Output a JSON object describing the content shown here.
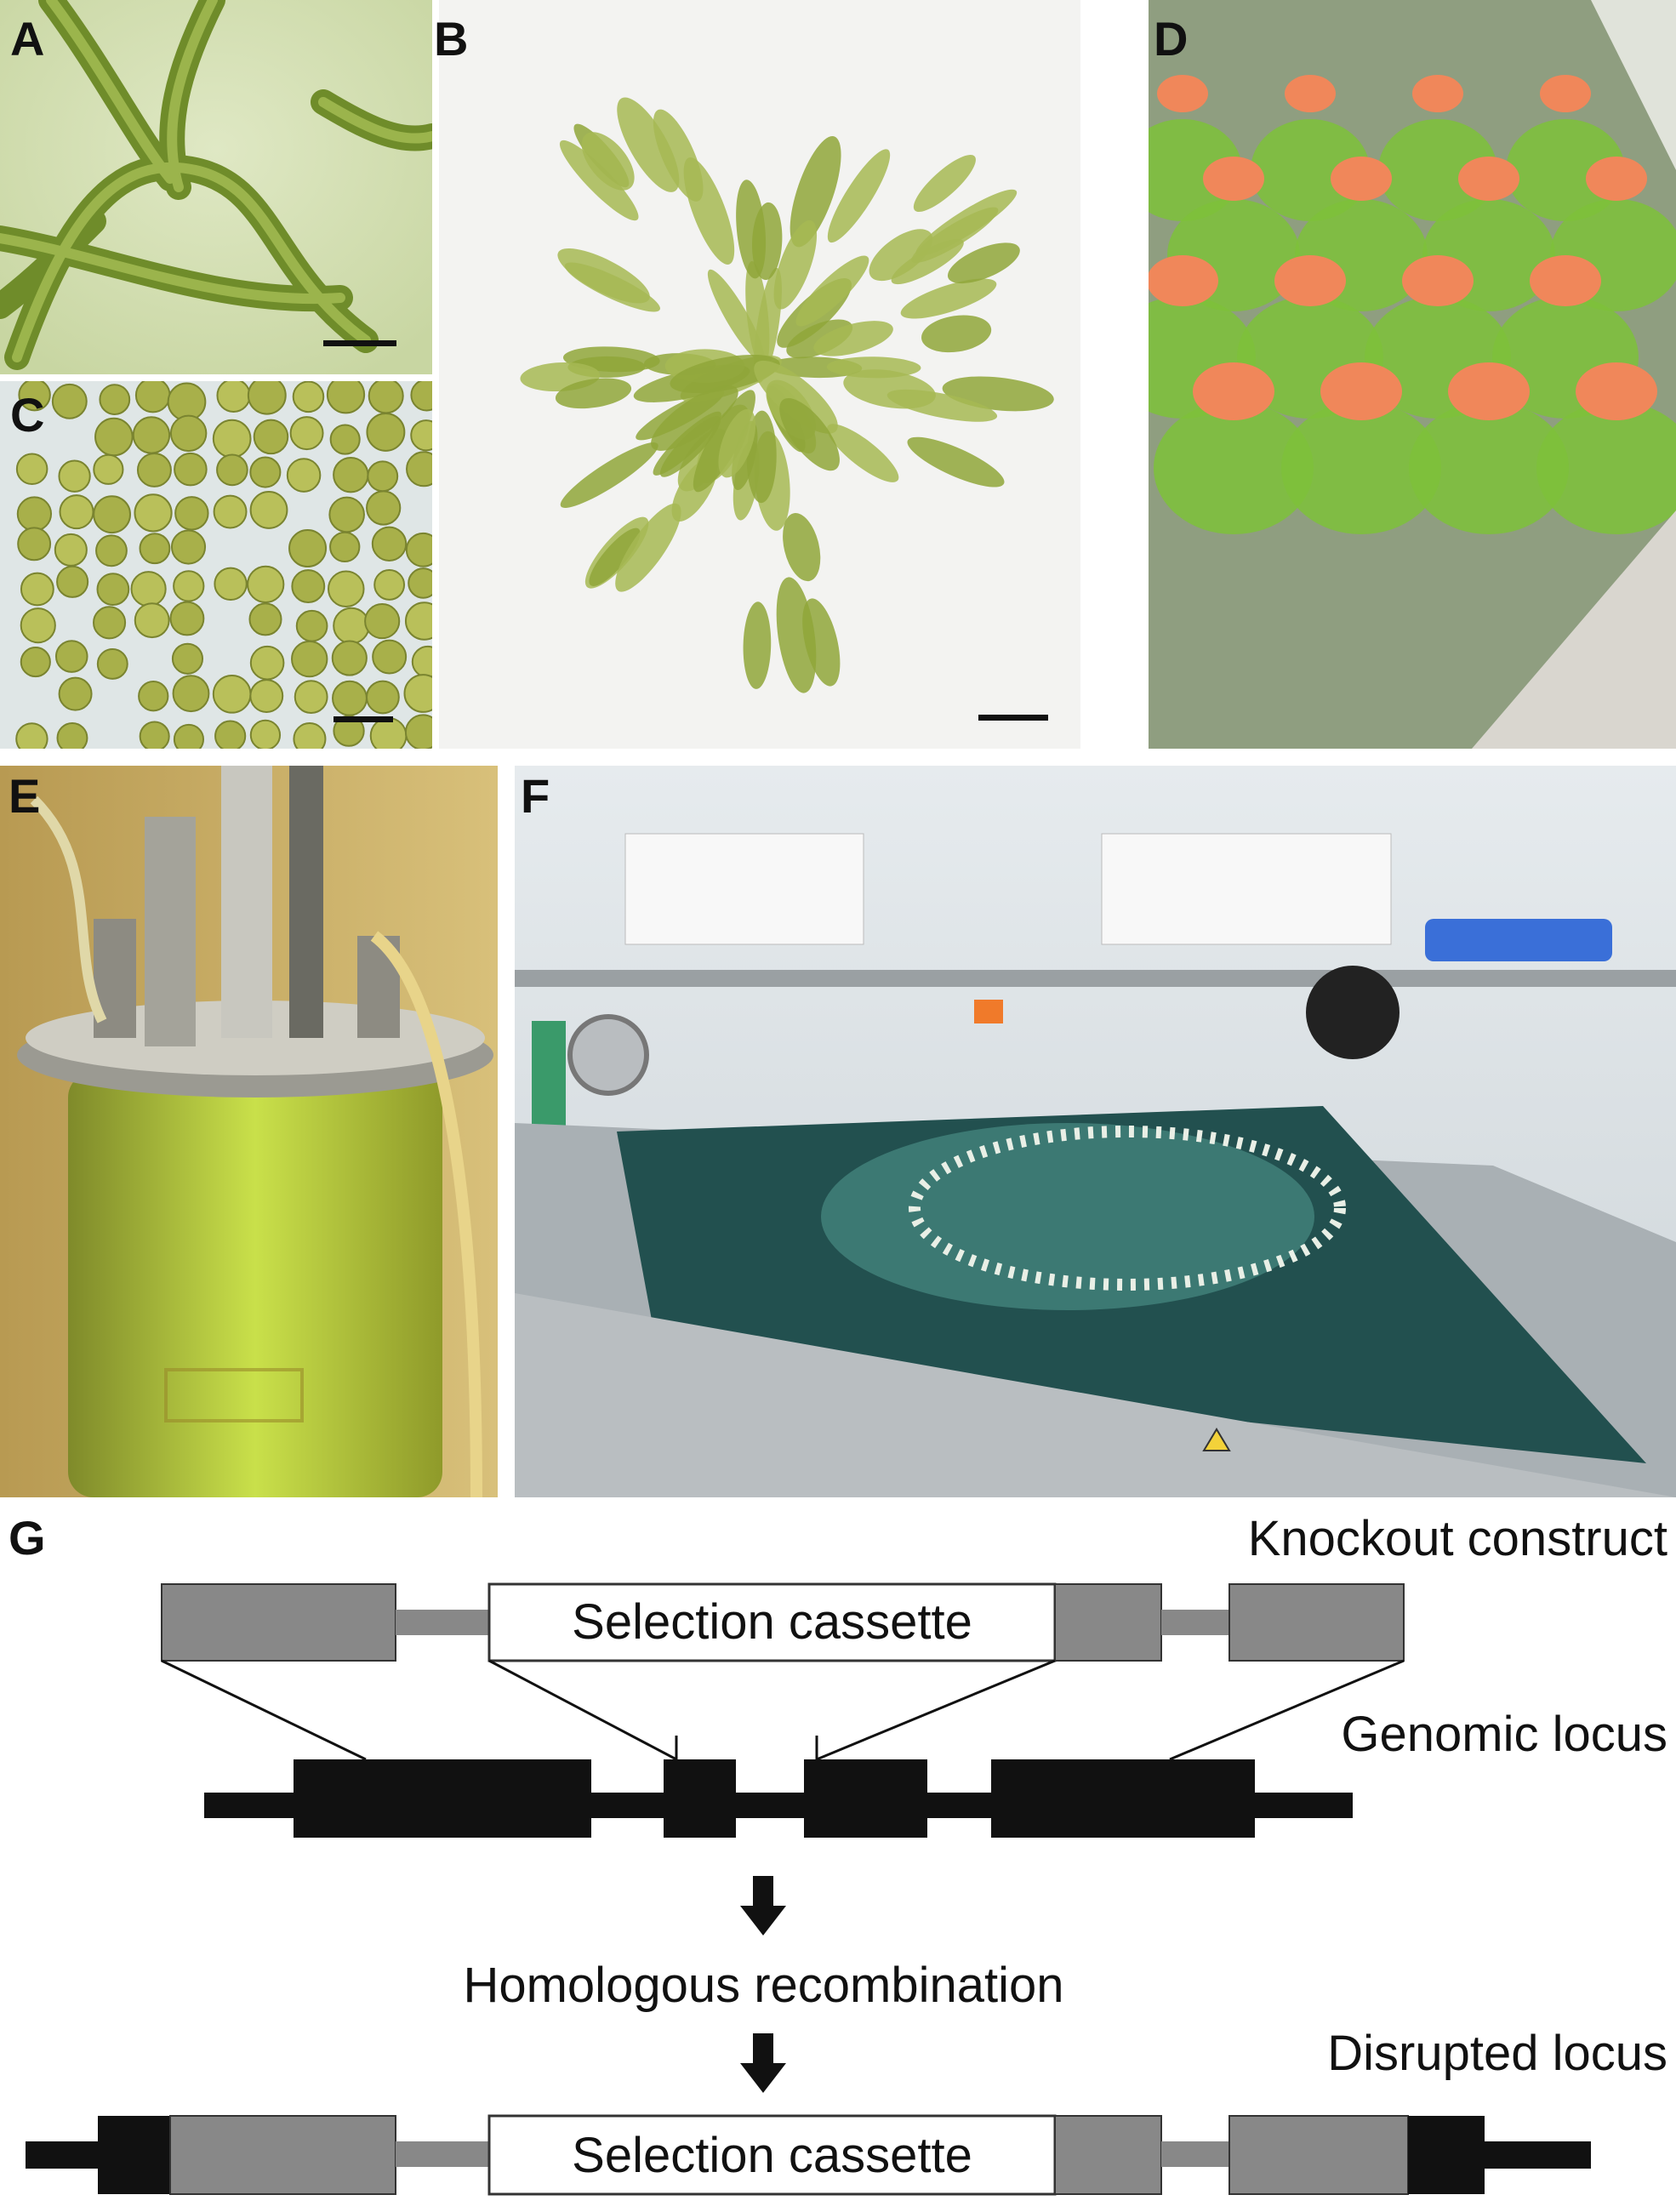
{
  "panels": {
    "A": {
      "letter": "A"
    },
    "B": {
      "letter": "B"
    },
    "C": {
      "letter": "C"
    },
    "D": {
      "letter": "D"
    },
    "E": {
      "letter": "E"
    },
    "F": {
      "letter": "F"
    },
    "G": {
      "letter": "G"
    }
  },
  "diagram": {
    "knockout_construct": "Knockout construct",
    "selection_cassette_top": "Selection cassette",
    "genomic_locus": "Genomic locus",
    "homologous_recombination": "Homologous recombination",
    "disrupted_locus": "Disrupted locus",
    "selection_cassette_bottom": "Selection cassette"
  },
  "colors": {
    "gray_block": "#888888",
    "black_block": "#111111",
    "moss_green": "#8fa63a",
    "flask_cap": "#f0875a",
    "culture_yellow_green": "#b8d43a",
    "tank_teal": "#2f6a66"
  }
}
